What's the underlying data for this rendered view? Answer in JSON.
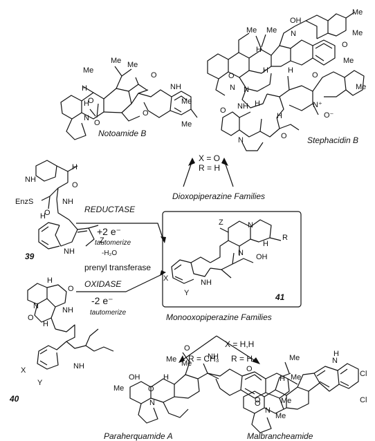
{
  "compounds": {
    "notoamide_b": "Notoamide B",
    "stephacidin_b": "Stephacidin B",
    "paraherquamide_a": "Paraherquamide A",
    "malbrancheamide": "Malbrancheamide",
    "c39": "39",
    "c40": "40",
    "c41": "41"
  },
  "families": {
    "dioxo": "Dioxopiperazine Families",
    "monooxo": "Monooxopiperazine Families"
  },
  "conditions_top": {
    "x": "X = O",
    "r": "R = H"
  },
  "conditions_bottom_left": {
    "x": "X = H,H",
    "r": "R = CH₃"
  },
  "conditions_bottom_right": {
    "r": "R = H"
  },
  "reductase": {
    "enzyme": "REDUCTASE",
    "electrons": "+2 e⁻",
    "water": "-H₂O",
    "step": "tautomerize",
    "transferase": "prenyl transferase"
  },
  "oxidase": {
    "enzyme": "OXIDASE",
    "electrons": "-2 e⁻",
    "step": "tautomerize"
  },
  "atoms": {
    "oh": "OH",
    "me": "Me",
    "o": "O",
    "nh": "NH",
    "n": "N",
    "h": "H",
    "enzs": "EnzS",
    "z": "Z",
    "x": "X",
    "y": "Y",
    "r": "R",
    "cl": "Cl",
    "nplus": "N⁺",
    "ominus": "O⁻"
  }
}
